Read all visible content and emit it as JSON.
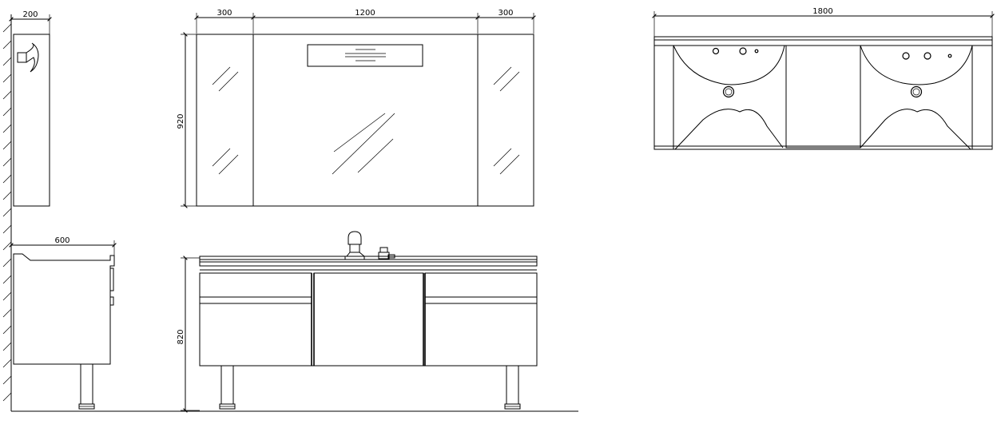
{
  "dimensions": {
    "cabinet_side_depth": "200",
    "mirror_left_panel": "300",
    "mirror_center_panel": "1200",
    "mirror_right_panel": "300",
    "mirror_height": "920",
    "vanity_side_depth": "600",
    "vanity_height": "820",
    "top_view_width": "1800"
  }
}
